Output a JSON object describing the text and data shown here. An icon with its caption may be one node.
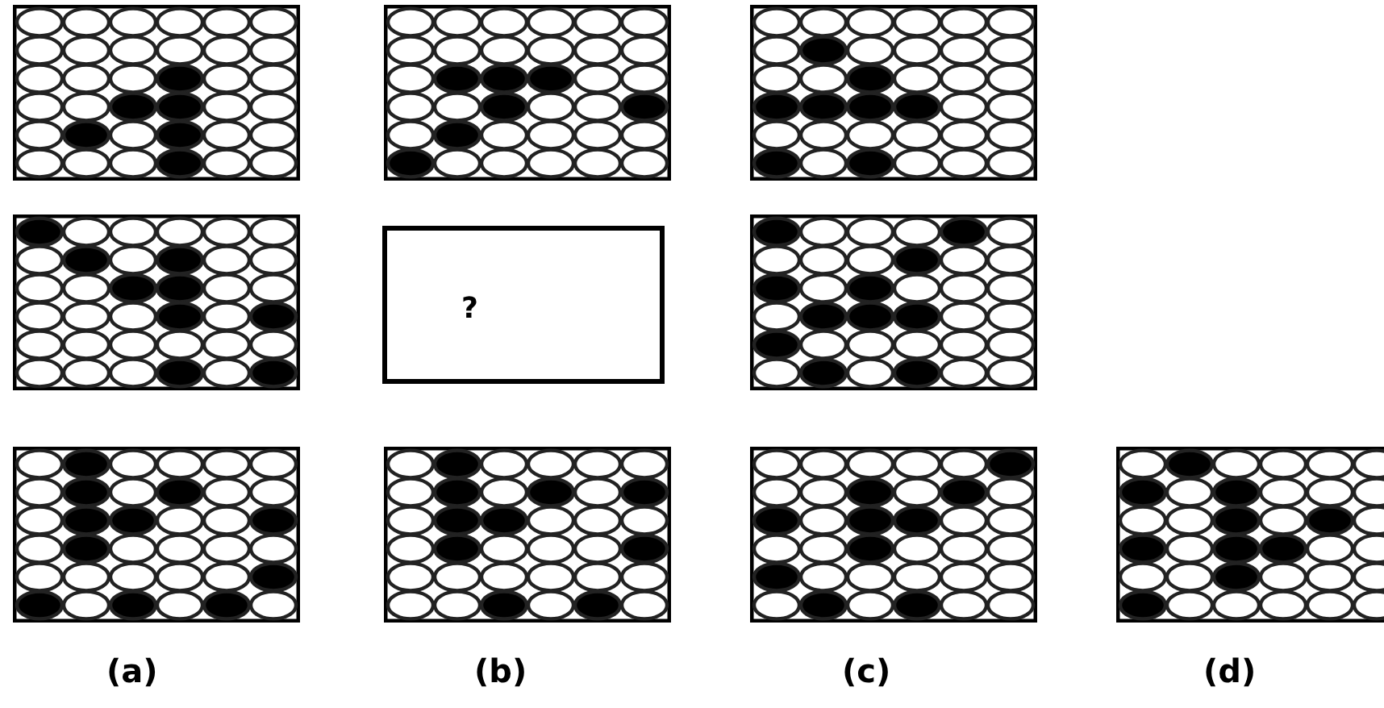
{
  "diagram": {
    "nodes": [
      {
        "text": [
          "?"
        ]
      }
    ],
    "edges": [],
    "labels": [
      "(a)",
      "(b)",
      "(c)",
      "(d)"
    ]
  }
}
